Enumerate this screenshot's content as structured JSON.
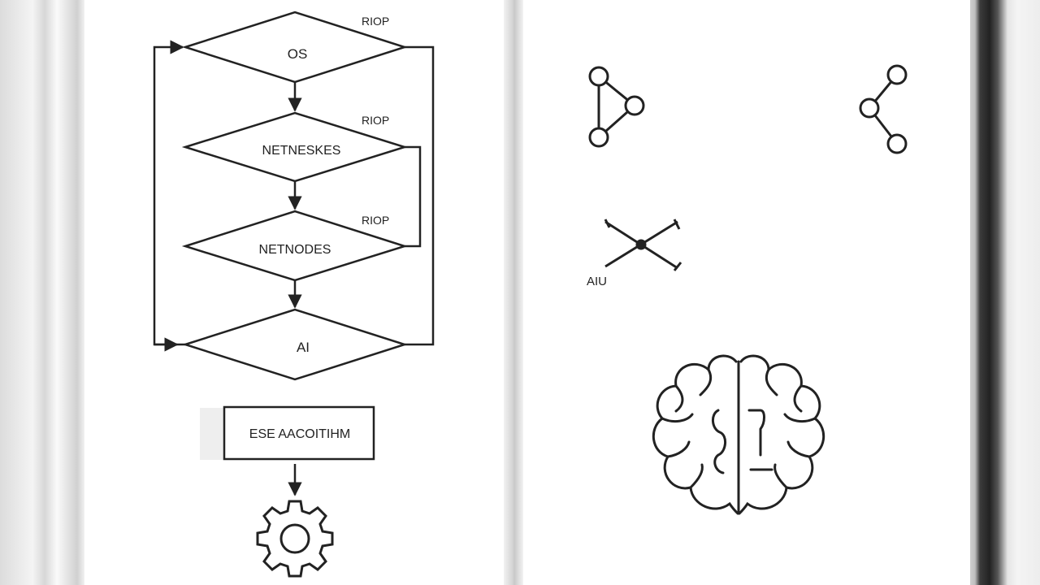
{
  "flowchart": {
    "nodes": [
      {
        "label": "OS",
        "tag": "RIOP"
      },
      {
        "label": "NETNESKES",
        "tag": "RIOP"
      },
      {
        "label": "NETNODES",
        "tag": "RIOP"
      },
      {
        "label": "AI",
        "tag": ""
      }
    ],
    "box_label": "ESE AACOITIHM",
    "gear_icon": "gear-icon"
  },
  "right_page": {
    "network_label": "AIU",
    "icons": [
      "triangle-graph-icon",
      "branch-graph-icon",
      "cross-network-icon",
      "brain-icon"
    ]
  }
}
